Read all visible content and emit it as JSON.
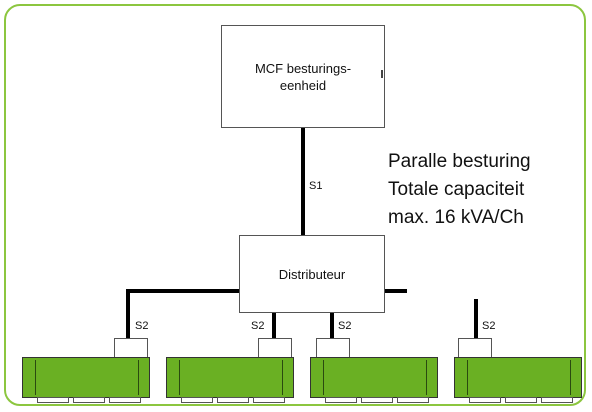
{
  "colors": {
    "frame": "#8cc63f",
    "unit_fill": "#6ab023"
  },
  "controller": {
    "line1": "MCF besturings-",
    "line2": "eenheid"
  },
  "distributor": {
    "label": "Distributeur"
  },
  "links": {
    "s1": "S1",
    "s2": "S2"
  },
  "note": {
    "line1": "Paralle besturing",
    "line2": "Totale capaciteit",
    "line3": "max. 16 kVA/Ch"
  }
}
